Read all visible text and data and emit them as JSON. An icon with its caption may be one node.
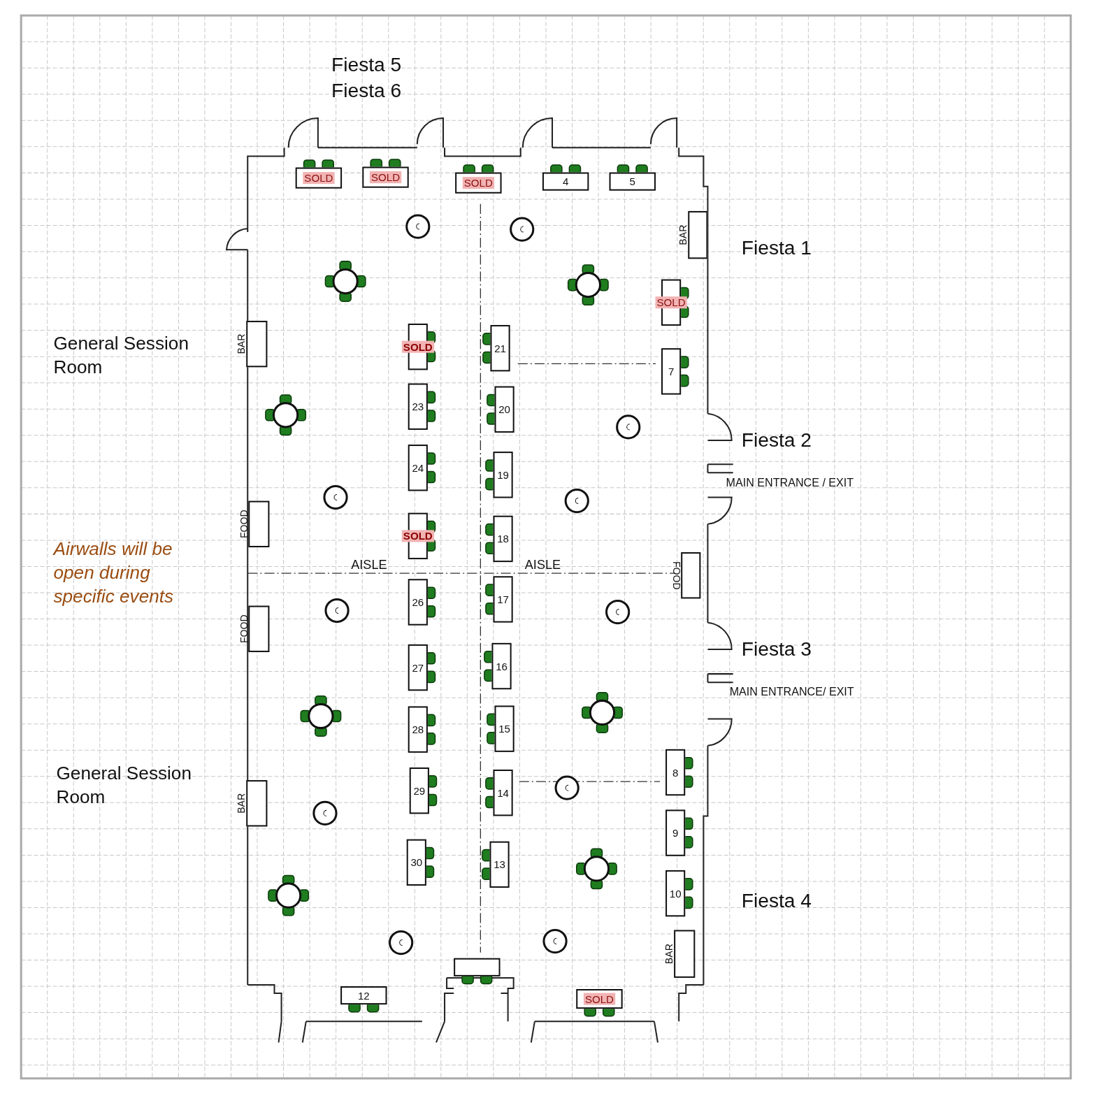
{
  "diagram": {
    "nodes": [
      {
        "text": [
          "SOLD"
        ]
      },
      {
        "text": [
          "SOLD"
        ]
      },
      {
        "text": [
          "SOLD"
        ]
      },
      {
        "text": [
          "4"
        ]
      },
      {
        "text": [
          "5"
        ]
      },
      {
        "text": [
          "BAR"
        ]
      },
      {
        "text": [
          "SOLD"
        ]
      },
      {
        "text": [
          "BAR"
        ]
      },
      {
        "text": [
          "SOLD"
        ]
      },
      {
        "text": [
          "21"
        ]
      },
      {
        "text": [
          "7"
        ]
      },
      {
        "text": [
          "23"
        ]
      },
      {
        "text": [
          "20"
        ]
      },
      {
        "text": [
          "24"
        ]
      },
      {
        "text": [
          "19"
        ]
      },
      {
        "text": [
          "FOOD"
        ]
      },
      {
        "text": [
          "SOLD"
        ]
      },
      {
        "text": [
          "18"
        ]
      },
      {
        "text": [
          "FOOD"
        ]
      },
      {
        "text": [
          "26"
        ]
      },
      {
        "text": [
          "17"
        ]
      },
      {
        "text": [
          "FOOD"
        ]
      },
      {
        "text": [
          "27"
        ]
      },
      {
        "text": [
          "16"
        ]
      },
      {
        "text": [
          "28"
        ]
      },
      {
        "text": [
          "15"
        ]
      },
      {
        "text": [
          "8"
        ]
      },
      {
        "text": [
          "29"
        ]
      },
      {
        "text": [
          "14"
        ]
      },
      {
        "text": [
          "BAR"
        ]
      },
      {
        "text": [
          "9"
        ]
      },
      {
        "text": [
          "30"
        ]
      },
      {
        "text": [
          "13"
        ]
      },
      {
        "text": [
          "10"
        ]
      },
      {
        "text": [
          "BAR"
        ]
      },
      {
        "text": [],
        "shape": "box"
      },
      {
        "text": [
          "12"
        ]
      },
      {
        "text": [
          "SOLD"
        ]
      }
    ],
    "labels": [
      "Fiesta 5",
      "Fiesta 6",
      "Fiesta 1",
      "General Session Room",
      "Fiesta 2",
      "MAIN ENTRANCE / EXIT",
      "Airwalls will be open during specific events",
      "AISLE",
      "AISLE",
      "Fiesta 3",
      "MAIN ENTRANCE/ EXIT",
      "General Session Room",
      "Fiesta 4"
    ]
  }
}
